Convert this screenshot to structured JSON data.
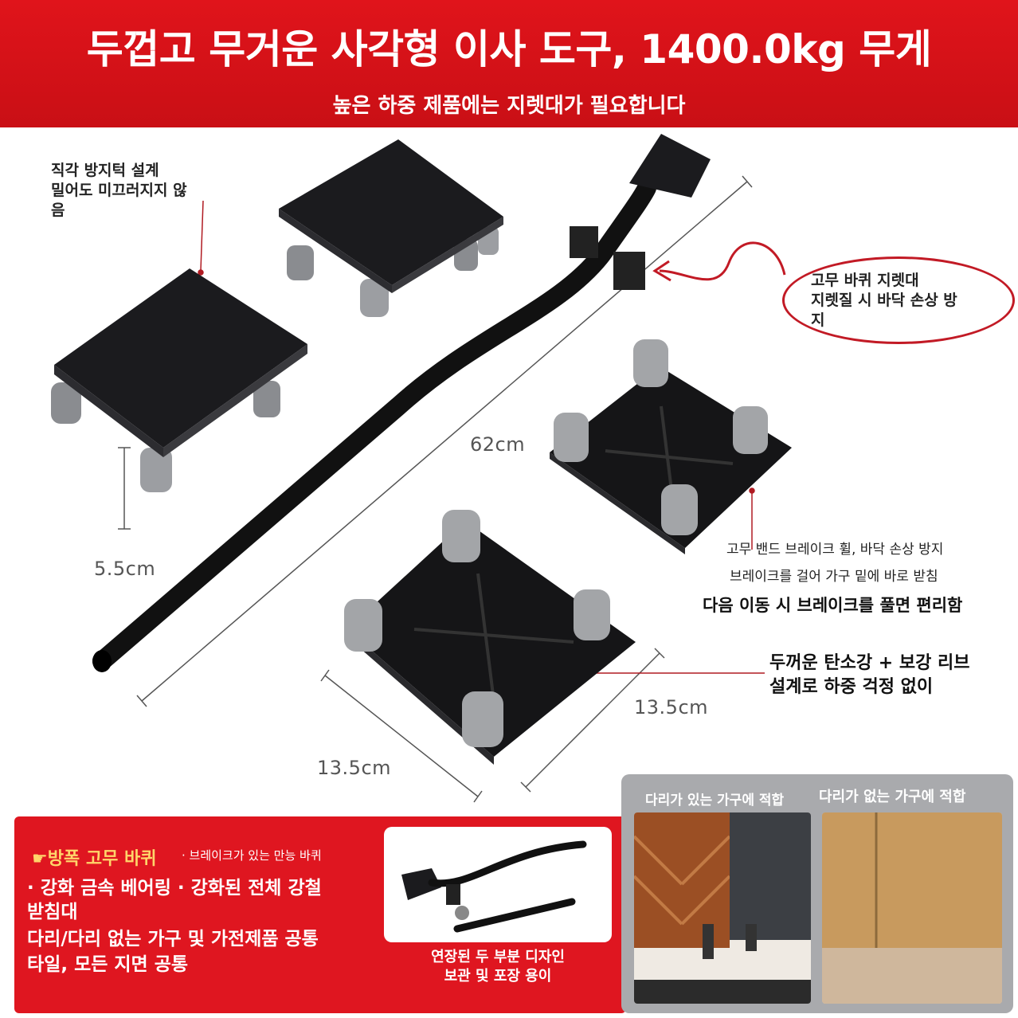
{
  "header": {
    "title": "두껍고 무거운 사각형 이사 도구, 1400.0kg 무게",
    "subtitle": "높은 하중 제품에는 지렛대가 필요합니다"
  },
  "notes": {
    "nonslip": [
      "직각 방지턱 설계",
      "밀어도 미끄러지지 않",
      "음"
    ],
    "rubber_lever": [
      "고무 바퀴 지렛대",
      "지렛질 시 바닥 손상 방",
      "지"
    ],
    "brake_line1": "고무 밴드 브레이크 휠, 바닥 손상 방지",
    "brake_line2": "브레이크를 걸어 가구 밑에 바로 받침",
    "brake_line3": "다음 이동 시 브레이크를 풀면 편리함",
    "steel": [
      "두꺼운 탄소강 + 보강 리브",
      "설계로 하중 걱정 없이"
    ]
  },
  "dimensions": {
    "height": "5.5cm",
    "length": "62cm",
    "width": "13.5cm",
    "depth": "13.5cm"
  },
  "features": {
    "wheels_title": "방폭 고무 바퀴",
    "wheels_sub": "· 브레이크가 있는 만능 바퀴",
    "line1": "· 강화 금속 베어링 · 강화된 전체 강철",
    "line2": "받침대",
    "line3": "다리/다리 없는 가구 및 가전제품 공통",
    "line4": "타일, 모든 지면 공통"
  },
  "handle": {
    "caption": [
      "연장된 두 부분 디자인",
      "보관 및 포장 용이"
    ]
  },
  "furniture": {
    "with_legs": "다리가 있는 가구에 적합",
    "without_legs": "다리가 없는 가구에 적합"
  },
  "colors": {
    "brand_red": "#df1620",
    "accent_yellow": "#ffd56a",
    "panel_gray": "#a9aaad"
  }
}
